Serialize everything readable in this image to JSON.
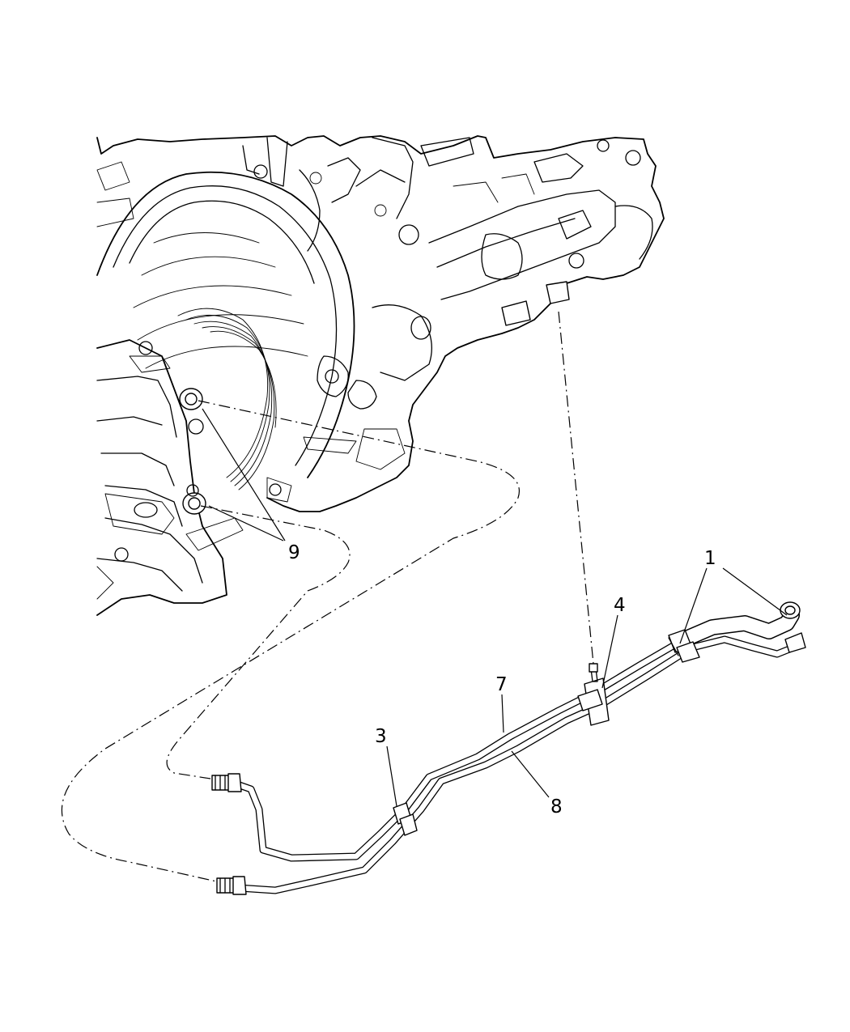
{
  "callouts": [
    {
      "key": "part_1",
      "label": "1"
    },
    {
      "key": "part_3",
      "label": "3"
    },
    {
      "key": "part_4",
      "label": "4"
    },
    {
      "key": "part_7",
      "label": "7"
    },
    {
      "key": "part_8",
      "label": "8"
    },
    {
      "key": "part_9",
      "label": "9"
    }
  ],
  "labels": {
    "part_1": "1",
    "part_3": "3",
    "part_4": "4",
    "part_7": "7",
    "part_8": "8",
    "part_9": "9"
  }
}
